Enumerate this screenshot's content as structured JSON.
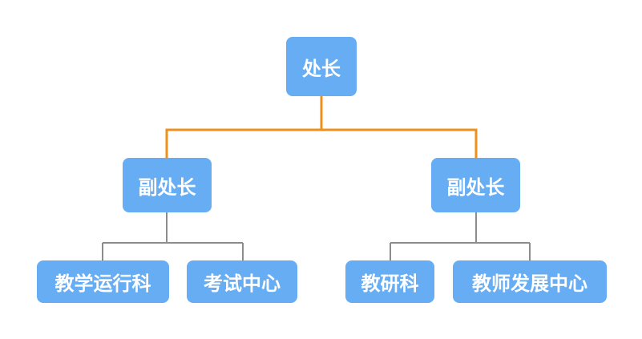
{
  "org_chart": {
    "root": {
      "label": "处长"
    },
    "vice_heads": [
      {
        "label": "副处长",
        "units": [
          {
            "label": "教学运行科"
          },
          {
            "label": "考试中心"
          }
        ]
      },
      {
        "label": "副处长",
        "units": [
          {
            "label": "教研科"
          },
          {
            "label": "教师发展中心"
          }
        ]
      }
    ]
  },
  "colors": {
    "node_fill": "#67ADF4",
    "node_text": "#FFFFFF",
    "top_connector": "#F0901A",
    "lower_connector": "#8C8C8C",
    "background": "#FFFFFF"
  }
}
